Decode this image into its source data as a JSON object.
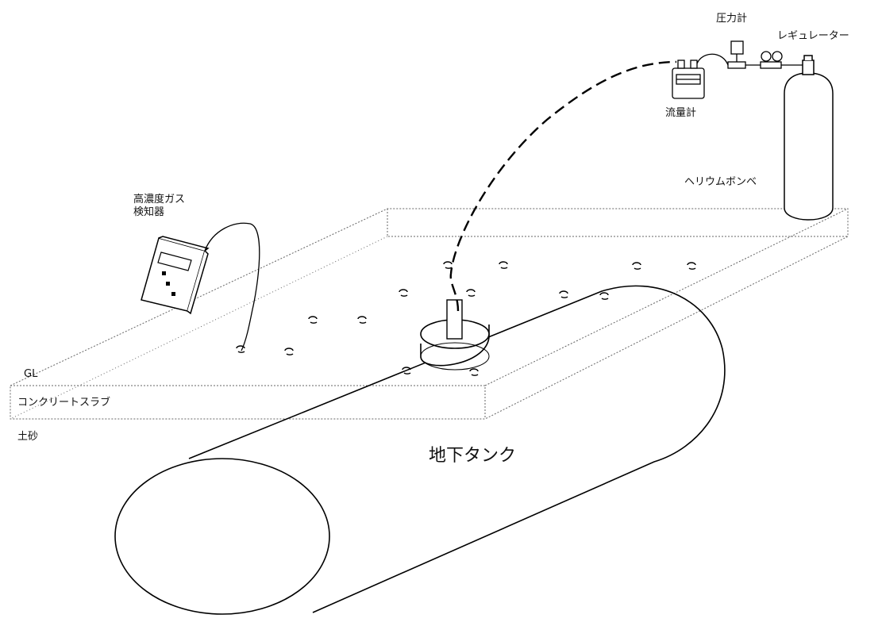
{
  "labels": {
    "pressure_gauge": "圧力計",
    "regulator": "レギュレーター",
    "flow_meter": "流量計",
    "helium_cylinder": "ヘリウムボンベ",
    "gas_detector_line1": "高濃度ガス",
    "gas_detector_line2": "検知器",
    "ground_level": "GL",
    "concrete_slab": "コンクリートスラブ",
    "soil": "土砂",
    "underground_tank": "地下タンク"
  }
}
